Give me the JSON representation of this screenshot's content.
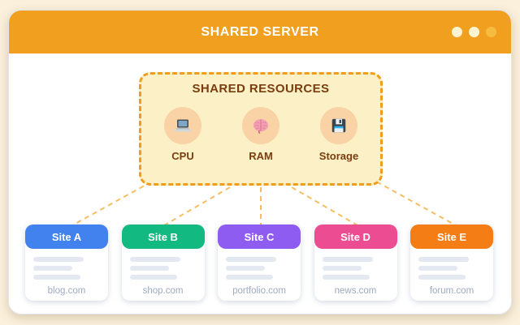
{
  "window": {
    "title": "SHARED SERVER"
  },
  "resources": {
    "title": "SHARED RESOURCES",
    "items": [
      {
        "label": "CPU",
        "icon": "laptop-icon"
      },
      {
        "label": "RAM",
        "icon": "brain-icon"
      },
      {
        "label": "Storage",
        "icon": "floppy-icon"
      }
    ]
  },
  "sites": [
    {
      "name": "Site A",
      "domain": "blog.com",
      "color": "#4182EE"
    },
    {
      "name": "Site B",
      "domain": "shop.com",
      "color": "#12B981"
    },
    {
      "name": "Site C",
      "domain": "portfolio.com",
      "color": "#8F5CF2"
    },
    {
      "name": "Site D",
      "domain": "news.com",
      "color": "#EC4D92"
    },
    {
      "name": "Site E",
      "domain": "forum.com",
      "color": "#F57D15"
    }
  ],
  "colors": {
    "page_bg": "#FAF0DC",
    "titlebar": "#F0A01E",
    "dot_light": "#FCF3D2",
    "dot_accent": "#F6BC41",
    "box_bg": "#FCF0C6",
    "box_border": "#EE9E1A",
    "brown": "#7A3D0F",
    "circle": "#F9D3A5",
    "connector": "#F7BD64",
    "skel": "#E3E8F1",
    "domain": "#9DAABF"
  }
}
